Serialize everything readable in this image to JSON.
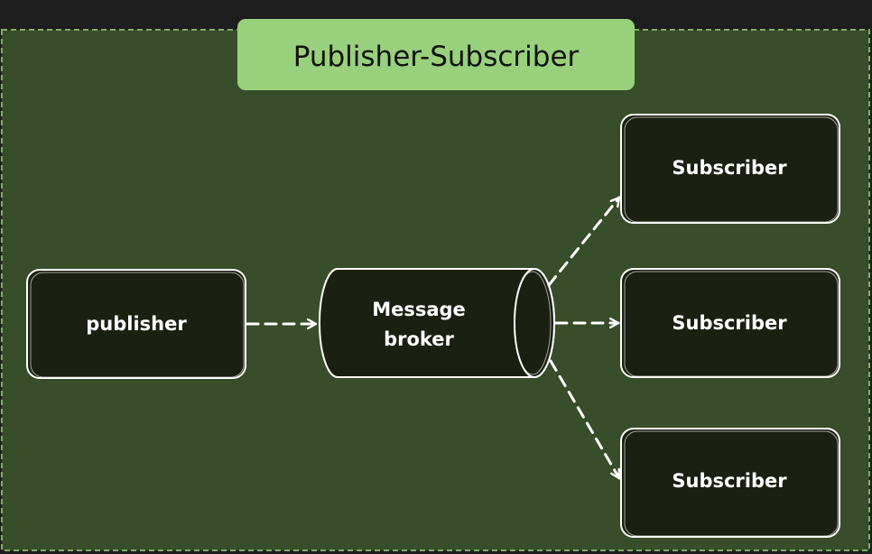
{
  "diagram": {
    "title": "Publisher-Subscriber",
    "publisher": {
      "label": "publisher"
    },
    "broker": {
      "line1": "Message",
      "line2": "broker"
    },
    "subscribers": [
      {
        "label": "Subscriber"
      },
      {
        "label": "Subscriber"
      },
      {
        "label": "Subscriber"
      }
    ],
    "colors": {
      "background": "#1e1e1e",
      "frame_fill": "#384d2a",
      "frame_border": "#7fae68",
      "title_fill": "#98d07c",
      "node_fill": "#1a2012",
      "stroke": "#ffffff"
    }
  }
}
